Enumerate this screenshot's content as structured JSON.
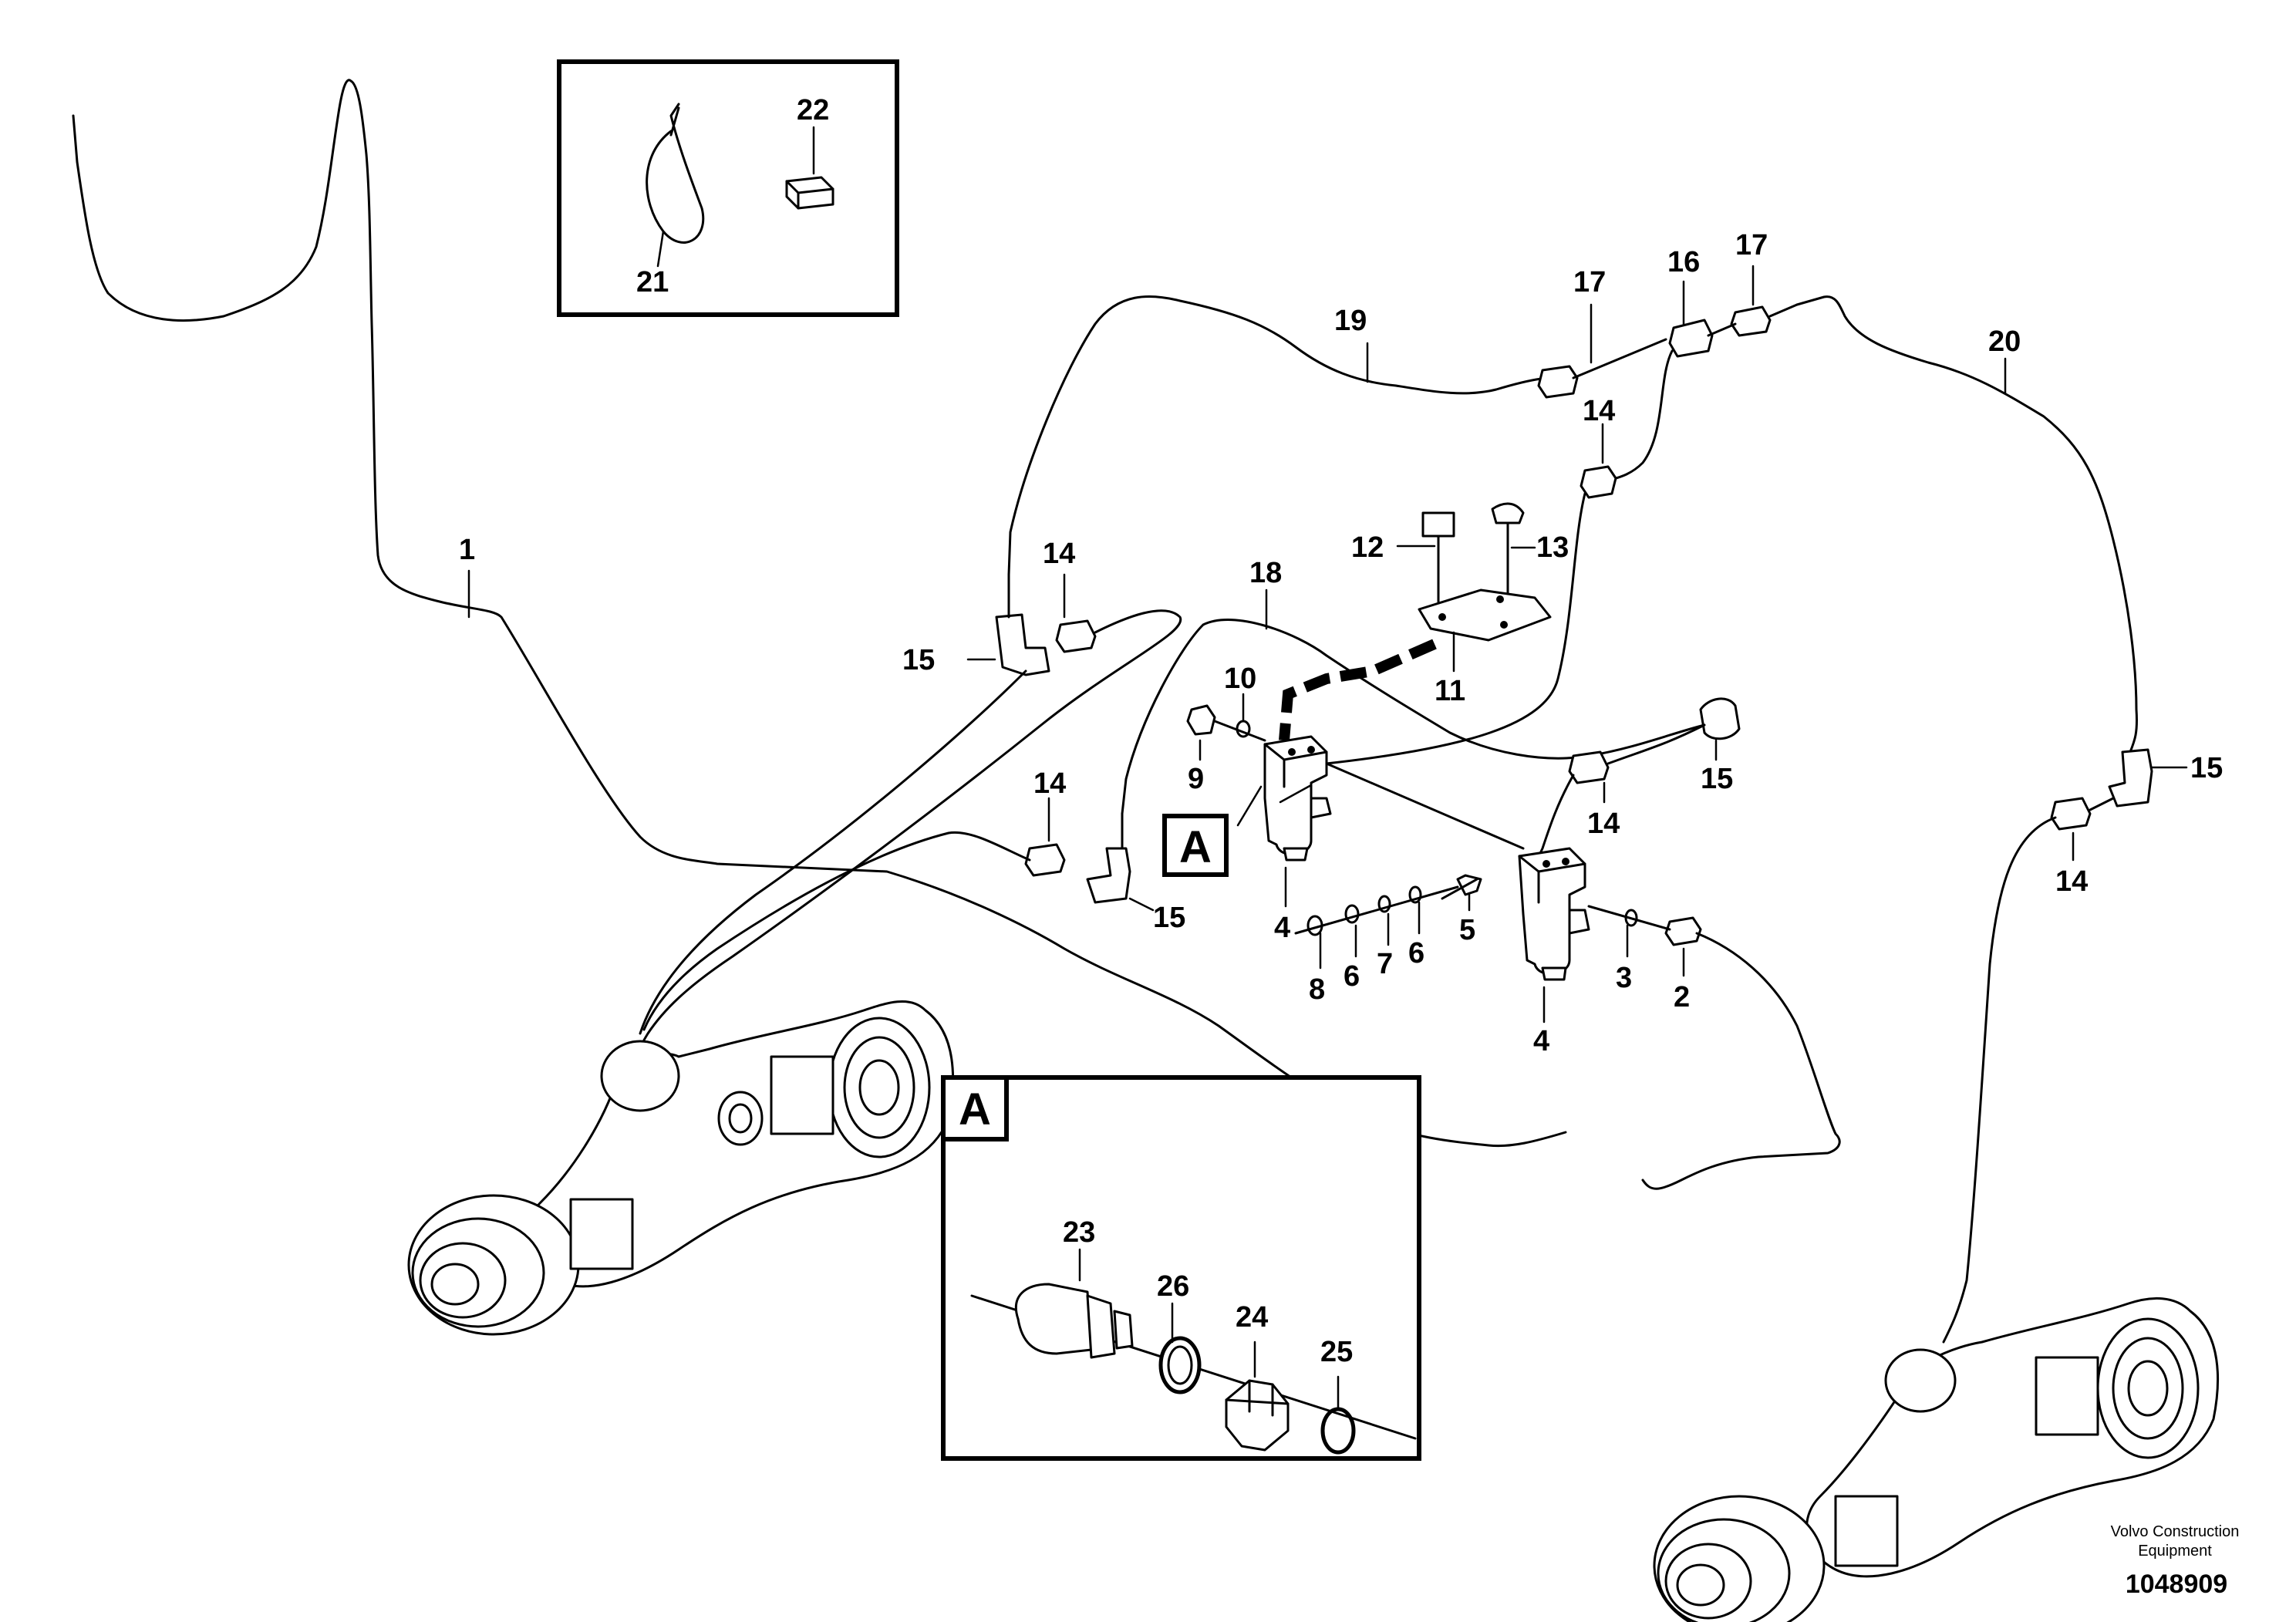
{
  "labels": {
    "l1": "1",
    "l2": "2",
    "l3": "3",
    "l4a": "4",
    "l4b": "4",
    "l5": "5",
    "l6a": "6",
    "l6b": "6",
    "l7": "7",
    "l8": "8",
    "l9": "9",
    "l10": "10",
    "l11": "11",
    "l12": "12",
    "l13": "13",
    "l14a": "14",
    "l14b": "14",
    "l14c": "14",
    "l14d": "14",
    "l14e": "14",
    "l15a": "15",
    "l15b": "15",
    "l15c": "15",
    "l15d": "15",
    "l16": "16",
    "l17a": "17",
    "l17b": "17",
    "l18": "18",
    "l19": "19",
    "l20": "20",
    "l21": "21",
    "l22": "22",
    "l23": "23",
    "l24": "24",
    "l25": "25",
    "l26": "26"
  },
  "detail_marker": "A",
  "inset_letter": "A",
  "footer": {
    "brand_line1": "Volvo Construction",
    "brand_line2": "Equipment",
    "doc_number": "1048909"
  }
}
